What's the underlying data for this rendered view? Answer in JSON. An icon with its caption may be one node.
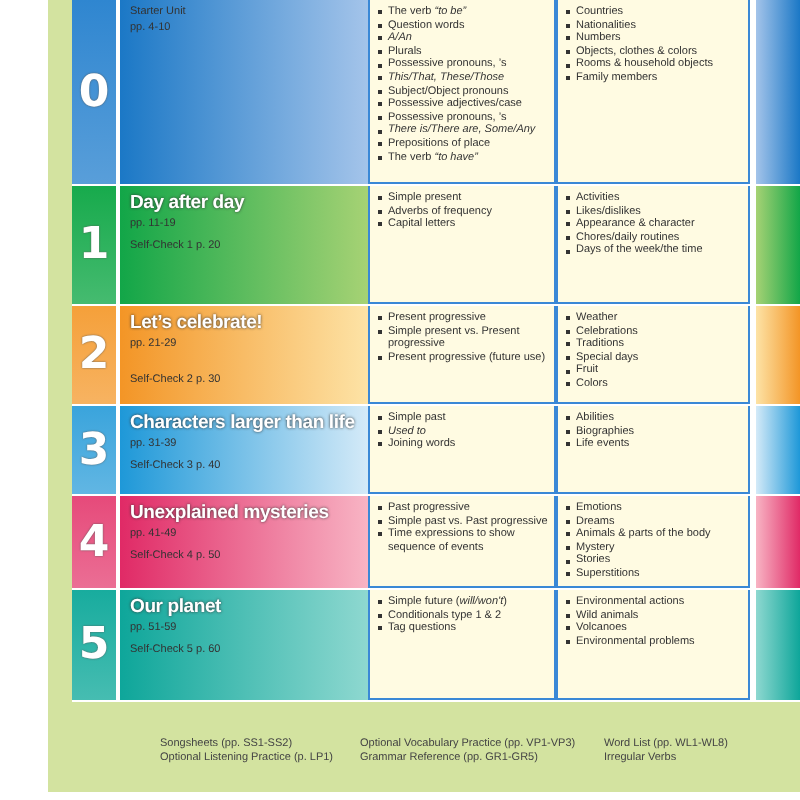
{
  "diagram": {
    "nodes": [
      {
        "text": [
          "0"
        ]
      },
      {
        "text": [
          "Starter Unit",
          "pp. 4-10"
        ]
      },
      {
        "text": [
          "The verb *“to be”*",
          "Question words",
          "*A/An*",
          "Plurals",
          "Possessive pronouns, ’s",
          "*This/That, These/Those*",
          "Subject/Object pronouns",
          "Possessive adjectives/case",
          "Possessive pronouns, ’s",
          "*There is/There are, Some/Any*",
          "Prepositions of place",
          "The verb *“to have”*"
        ]
      },
      {
        "text": [
          "Countries",
          "Nationalities",
          "Numbers",
          "Objects, clothes & colors",
          "Rooms & household objects",
          "Family members"
        ]
      },
      {
        "text": [
          "1"
        ]
      },
      {
        "text": [
          "Day after day",
          "pp. 11-19",
          "Self-Check 1 p. 20"
        ]
      },
      {
        "text": [
          "Simple present",
          "Adverbs of frequency",
          "Capital letters"
        ]
      },
      {
        "text": [
          "Activities",
          "Likes/dislikes",
          "Appearance & character",
          "Chores/daily routines",
          "Days of the week/the time"
        ]
      },
      {
        "text": [
          "2"
        ]
      },
      {
        "text": [
          "Let’s celebrate!",
          "pp. 21-29",
          "Self-Check 2 p. 30"
        ]
      },
      {
        "text": [
          "Present progressive",
          "Simple present vs. Present progressive",
          "Present progressive (future use)"
        ]
      },
      {
        "text": [
          "Weather",
          "Celebrations",
          "Traditions",
          "Special days",
          "Fruit",
          "Colors"
        ]
      },
      {
        "text": [
          "3"
        ]
      },
      {
        "text": [
          "Characters larger than life",
          "pp. 31-39",
          "Self-Check 3 p. 40"
        ]
      },
      {
        "text": [
          "Simple past",
          "*Used to*",
          "Joining words"
        ]
      },
      {
        "text": [
          "Abilities",
          "Biographies",
          "Life events"
        ]
      },
      {
        "text": [
          "4"
        ]
      },
      {
        "text": [
          "Unexplained mysteries",
          "pp. 41-49",
          "Self-Check 4 p. 50"
        ]
      },
      {
        "text": [
          "Past progressive",
          "Simple past vs. Past progressive",
          "Time expressions to show sequence of events"
        ]
      },
      {
        "text": [
          "Emotions",
          "Dreams",
          "Animals & parts of the body",
          "Mystery",
          "Stories",
          "Superstitions"
        ]
      },
      {
        "text": [
          "5"
        ]
      },
      {
        "text": [
          "Our planet",
          "pp. 51-59",
          "Self-Check 5 p. 60"
        ]
      },
      {
        "text": [
          "Simple future (*will/won't*)",
          "Conditionals type 1 & 2",
          "Tag questions"
        ]
      },
      {
        "text": [
          "Environmental actions",
          "Wild animals",
          "Volcanoes",
          "Environmental problems"
        ]
      }
    ],
    "labels": [
      "Songsheets (pp. SS1-SS2)",
      "Optional Vocabulary Practice (pp. VP1-VP3)",
      "Word List (pp. WL1-WL8)",
      "Optional Listening Practice (p. LP1)",
      "Grammar Reference (pp. GR1-GR5)",
      "Irregular Verbs"
    ]
  }
}
